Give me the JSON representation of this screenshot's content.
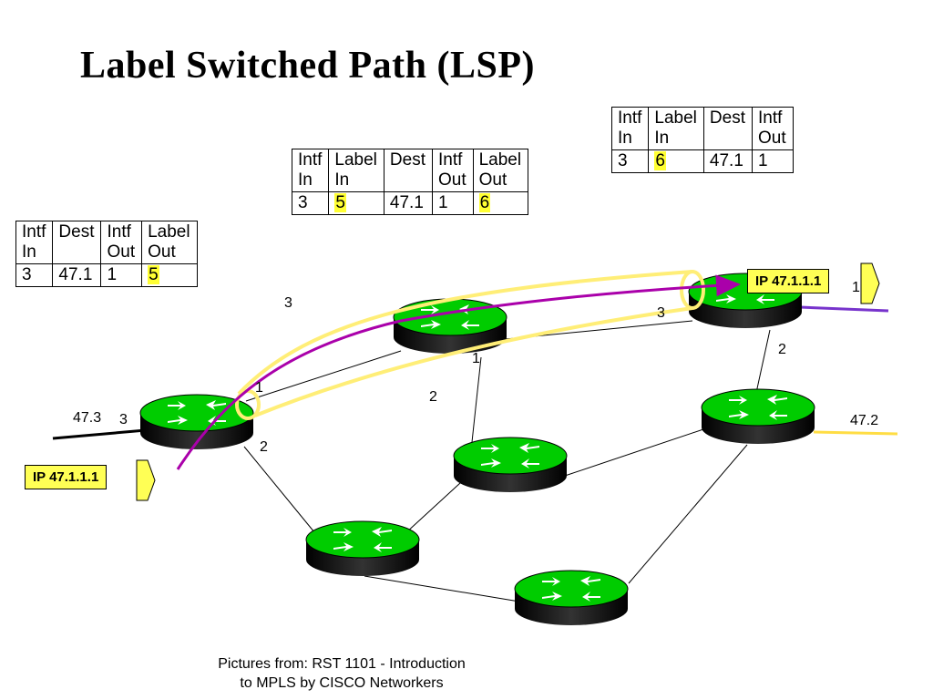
{
  "title": "Label Switched Path (LSP)",
  "tables": {
    "ingress": {
      "headers": [
        [
          "Intf",
          "In"
        ],
        [
          "Dest"
        ],
        [
          "Intf",
          "Out"
        ],
        [
          "Label",
          "Out"
        ]
      ],
      "row": [
        "3",
        "47.1",
        "1",
        "5"
      ]
    },
    "middle": {
      "headers": [
        [
          "Intf",
          "In"
        ],
        [
          "Label",
          "In"
        ],
        [
          "Dest"
        ],
        [
          "Intf",
          "Out"
        ],
        [
          "Label",
          "Out"
        ]
      ],
      "row": [
        "3",
        "5",
        "47.1",
        "1",
        "6"
      ]
    },
    "egress": {
      "headers": [
        [
          "Intf",
          "In"
        ],
        [
          "Label",
          "In"
        ],
        [
          "Dest"
        ],
        [
          "Intf",
          "Out"
        ]
      ],
      "row": [
        "3",
        "6",
        "47.1",
        "1"
      ]
    }
  },
  "interface_labels": {
    "left_3": "3",
    "left_2": "2",
    "left_1": "1",
    "mid_3": "3",
    "mid_1": "1",
    "mid_2": "2",
    "right_3": "3",
    "right_1": "1",
    "right_2": "2"
  },
  "network_labels": {
    "net_47_3": "47.3",
    "net_47_2": "47.2"
  },
  "packets": {
    "ingress_packet": "IP 47.1.1.1",
    "egress_packet": "IP 47.1.1.1"
  },
  "caption": [
    "Pictures from: RST 1101 - Introduction",
    "to MPLS by CISCO Networkers"
  ],
  "colors": {
    "router_top": "#00cc00",
    "router_body": "#000000",
    "tunnel": "#ffee77",
    "lsp_path": "#aa00aa",
    "highlight": "#ffff33",
    "link_47_1": "#7733cc",
    "link_47_2": "#ffdd44"
  }
}
